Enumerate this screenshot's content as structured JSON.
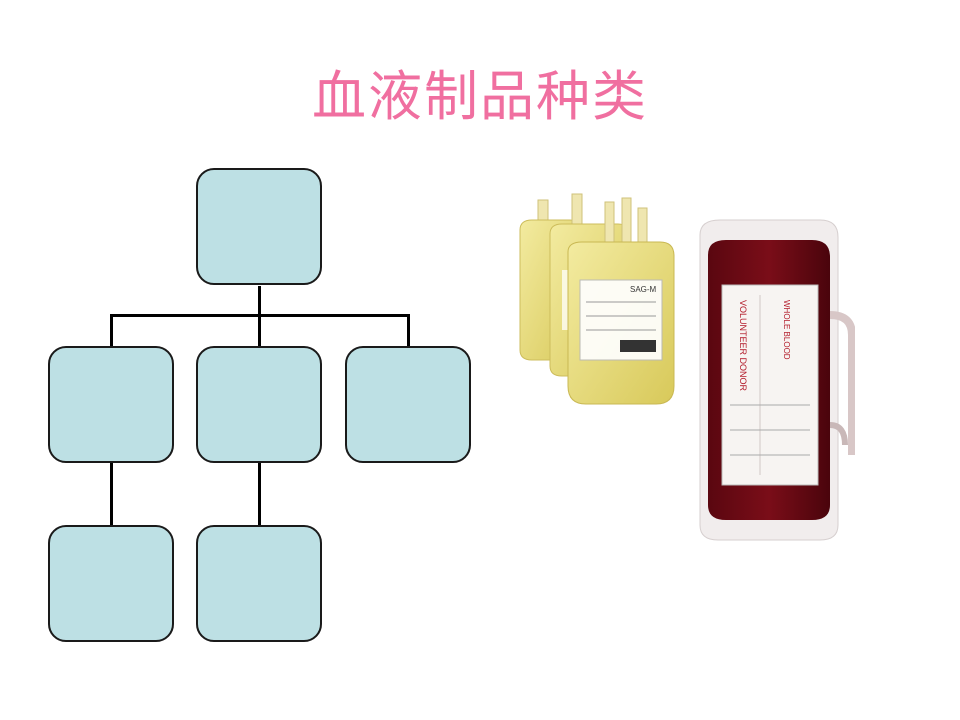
{
  "slide": {
    "title": "血液制品种类",
    "title_color": "#f06fa0"
  },
  "org_chart": {
    "box_fill": "#bde0e4",
    "box_border": "#1a1a1a"
  },
  "images": {
    "plasma_bags": {
      "label_text": "SAG-M"
    },
    "whole_blood_bag": {
      "label_text_1": "VOLUNTEER DONOR",
      "label_text_2": "WHOLE BLOOD"
    }
  }
}
